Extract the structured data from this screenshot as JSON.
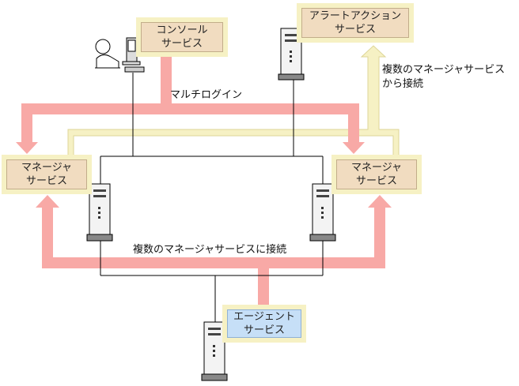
{
  "boxes": {
    "console": {
      "line1": "コンソール",
      "line2": "サービス"
    },
    "alert": {
      "line1": "アラートアクション",
      "line2": "サービス"
    },
    "manager_left": {
      "line1": "マネージャ",
      "line2": "サービス"
    },
    "manager_right": {
      "line1": "マネージャ",
      "line2": "サービス"
    },
    "agent": {
      "line1": "エージェント",
      "line2": "サービス"
    }
  },
  "labels": {
    "multi_login": "マルチログイン",
    "alert_conn_1": "複数のマネージャサービス",
    "alert_conn_2": "から接続",
    "agent_conn": "複数のマネージャサービスに接続"
  },
  "colors": {
    "flow_red": "#f8a9a6",
    "flow_yellow": "#f6f1c4",
    "box_fill": "#f1dcc0",
    "agent_fill": "#c6dff7",
    "line": "#000000"
  },
  "icons": [
    "user-at-pc-icon",
    "server-icon"
  ]
}
